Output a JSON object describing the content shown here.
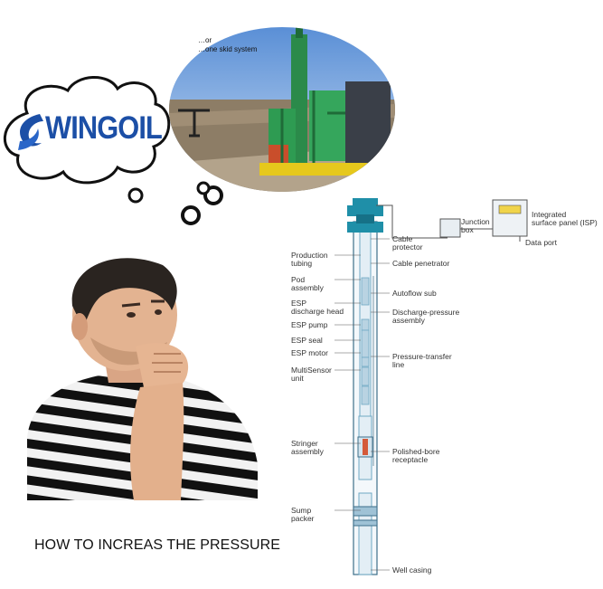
{
  "logo": {
    "text": "WINGOIL",
    "mark_icon": "wingoil-swirl-icon"
  },
  "photo": {
    "caption_line1": "…or",
    "caption_line2": "…one skid system"
  },
  "caption": "HOW TO INCREAS THE PRESSURE",
  "diagram": {
    "left_labels": [
      {
        "id": "production-tubing",
        "line1": "Production",
        "line2": "tubing"
      },
      {
        "id": "pod-assembly",
        "line1": "Pod",
        "line2": "assembly"
      },
      {
        "id": "esp-discharge-head",
        "line1": "ESP",
        "line2": "discharge head"
      },
      {
        "id": "esp-pump",
        "line1": "ESP pump",
        "line2": ""
      },
      {
        "id": "esp-seal",
        "line1": "ESP seal",
        "line2": ""
      },
      {
        "id": "esp-motor",
        "line1": "ESP motor",
        "line2": ""
      },
      {
        "id": "multisensor-unit",
        "line1": "MultiSensor",
        "line2": "unit"
      },
      {
        "id": "stringer-assembly",
        "line1": "Stringer",
        "line2": "assembly"
      },
      {
        "id": "sump-packer",
        "line1": "Sump",
        "line2": "packer"
      }
    ],
    "right_labels": [
      {
        "id": "cable-protector",
        "line1": "Cable",
        "line2": "protector"
      },
      {
        "id": "cable-penetrator",
        "line1": "Cable penetrator",
        "line2": ""
      },
      {
        "id": "autoflow-sub",
        "line1": "Autoflow sub",
        "line2": ""
      },
      {
        "id": "discharge-pressure-assembly",
        "line1": "Discharge-pressure",
        "line2": "assembly"
      },
      {
        "id": "pressure-transfer-line",
        "line1": "Pressure-transfer",
        "line2": "line"
      },
      {
        "id": "polished-bore-receptacle",
        "line1": "Polished-bore",
        "line2": "receptacle"
      },
      {
        "id": "well-casing",
        "line1": "Well casing",
        "line2": ""
      }
    ],
    "surface_labels": {
      "junction_box_line1": "Junction",
      "junction_box_line2": "box",
      "panel_line1": "Integrated",
      "panel_line2": "surface panel (ISP)",
      "data_port": "Data port"
    },
    "colors": {
      "wellhead": "#1f8fa8",
      "tubing": "#6fa9c4",
      "casing_outline": "#3d6f8a"
    }
  }
}
